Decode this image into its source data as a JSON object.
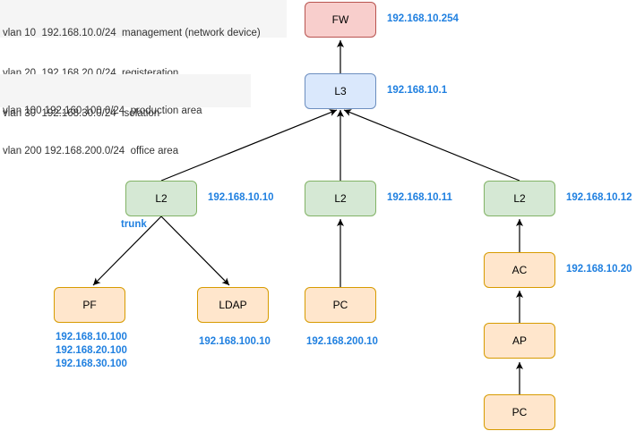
{
  "vlans_top": [
    "vlan 10  192.168.10.0/24  management (network device)",
    "vlan 20  192.168.20.0/24  registeration",
    "vlan 30  192.168.30.0/24  isolation"
  ],
  "vlans_mid": [
    "vlan 100 192.160.100.0/24  production area",
    "vlan 200 192.168.200.0/24  office area"
  ],
  "nodes": {
    "fw": {
      "label": "FW",
      "ip": "192.168.10.254"
    },
    "l3": {
      "label": "L3",
      "ip": "192.168.10.1"
    },
    "l2_left": {
      "label": "L2",
      "ip": "192.168.10.10"
    },
    "l2_mid": {
      "label": "L2",
      "ip": "192.168.10.11"
    },
    "l2_right": {
      "label": "L2",
      "ip": "192.168.10.12"
    },
    "pf": {
      "label": "PF",
      "ips": [
        "192.168.10.100",
        "192.168.20.100",
        "192.168.30.100"
      ]
    },
    "ldap": {
      "label": "LDAP",
      "ip": "192.168.100.10"
    },
    "pc_mid": {
      "label": "PC",
      "ip": "192.168.200.10"
    },
    "ac": {
      "label": "AC",
      "ip": "192.168.10.20"
    },
    "ap": {
      "label": "AP"
    },
    "pc_right": {
      "label": "PC"
    }
  },
  "trunk_label": "trunk",
  "colors": {
    "fw_fill": "#f8cecc",
    "fw_border": "#b85450",
    "l3_fill": "#dae8fc",
    "l3_border": "#6c8ebf",
    "l2_fill": "#d5e8d4",
    "l2_border": "#82b366",
    "device_fill": "#ffe6cc",
    "device_border": "#d79b00",
    "ip_text": "#2080e0"
  }
}
